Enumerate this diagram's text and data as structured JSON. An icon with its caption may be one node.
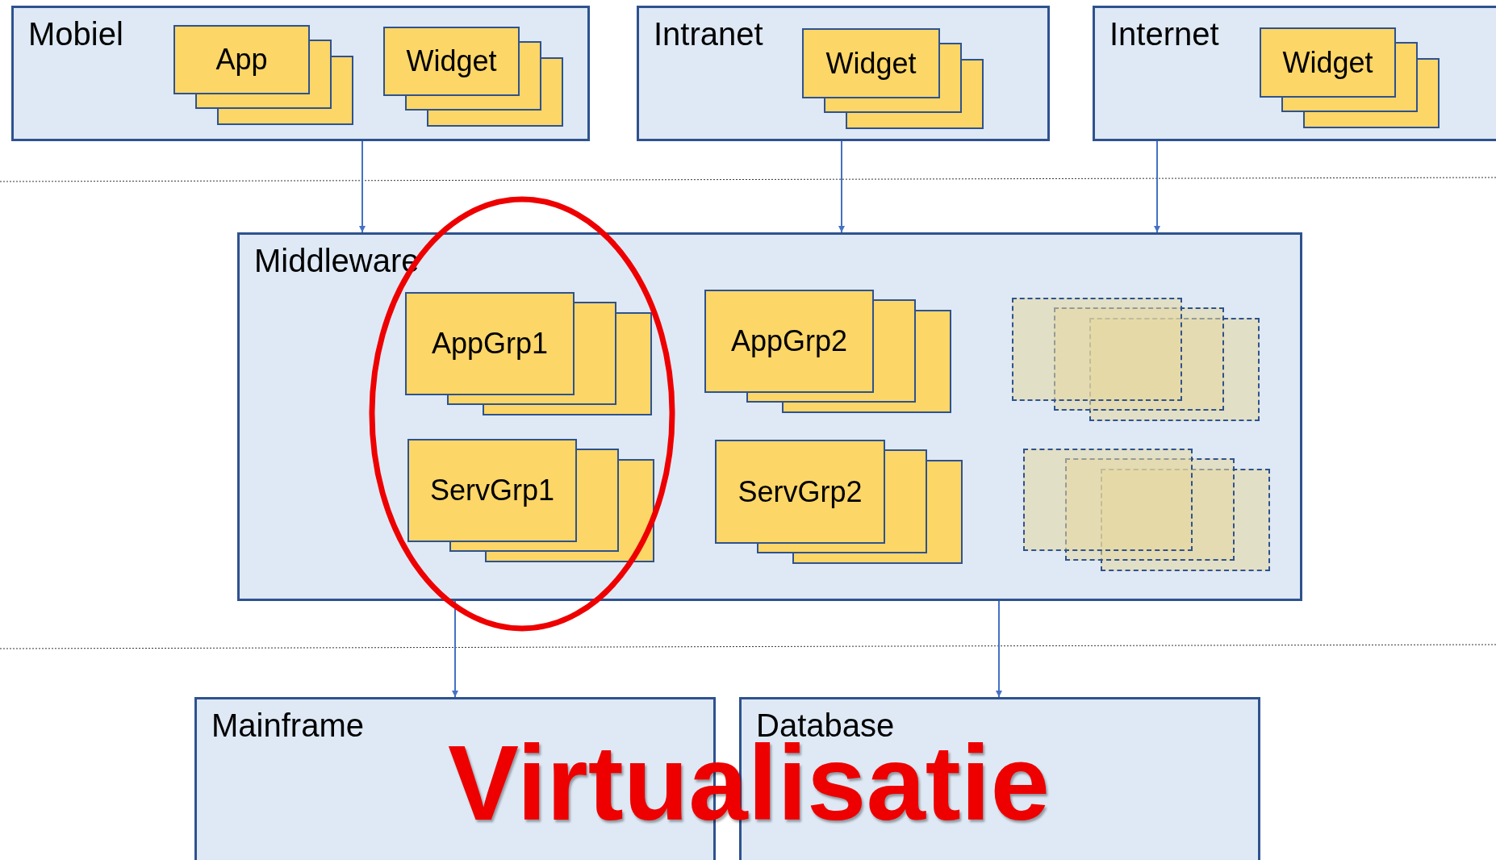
{
  "diagram": {
    "nodes": [
      {
        "text": [
          "Mobiel"
        ]
      },
      {
        "text": [
          "App"
        ],
        "in": 0
      },
      {
        "text": [
          "Widget"
        ],
        "in": 0
      },
      {
        "text": [
          "Intranet"
        ]
      },
      {
        "text": [
          "Widget"
        ],
        "in": 3
      },
      {
        "text": [
          "Internet"
        ]
      },
      {
        "text": [
          "Widget"
        ],
        "in": 5
      },
      {
        "text": [
          "Middleware"
        ]
      },
      {
        "text": [
          "AppGrp1"
        ],
        "in": 7
      },
      {
        "text": [
          "AppGrp2"
        ],
        "in": 7
      },
      {
        "text": [],
        "shape": "box",
        "in": 7
      },
      {
        "text": [
          "ServGrp1"
        ],
        "in": 7
      },
      {
        "text": [
          "ServGrp2"
        ],
        "in": 7
      },
      {
        "text": [],
        "shape": "box",
        "in": 7
      },
      {
        "text": [
          "Mainframe"
        ]
      },
      {
        "text": [
          "Database"
        ]
      }
    ],
    "edges": [
      {
        "from": 0,
        "to": 7,
        "arrow": "to"
      },
      {
        "from": 3,
        "to": 7,
        "arrow": "to"
      },
      {
        "from": 5,
        "to": 7,
        "arrow": "to"
      },
      {
        "from": 7,
        "to": 14,
        "arrow": "to"
      },
      {
        "from": 7,
        "to": 15,
        "arrow": "to"
      }
    ],
    "labels": [
      "Virtualisatie"
    ]
  }
}
